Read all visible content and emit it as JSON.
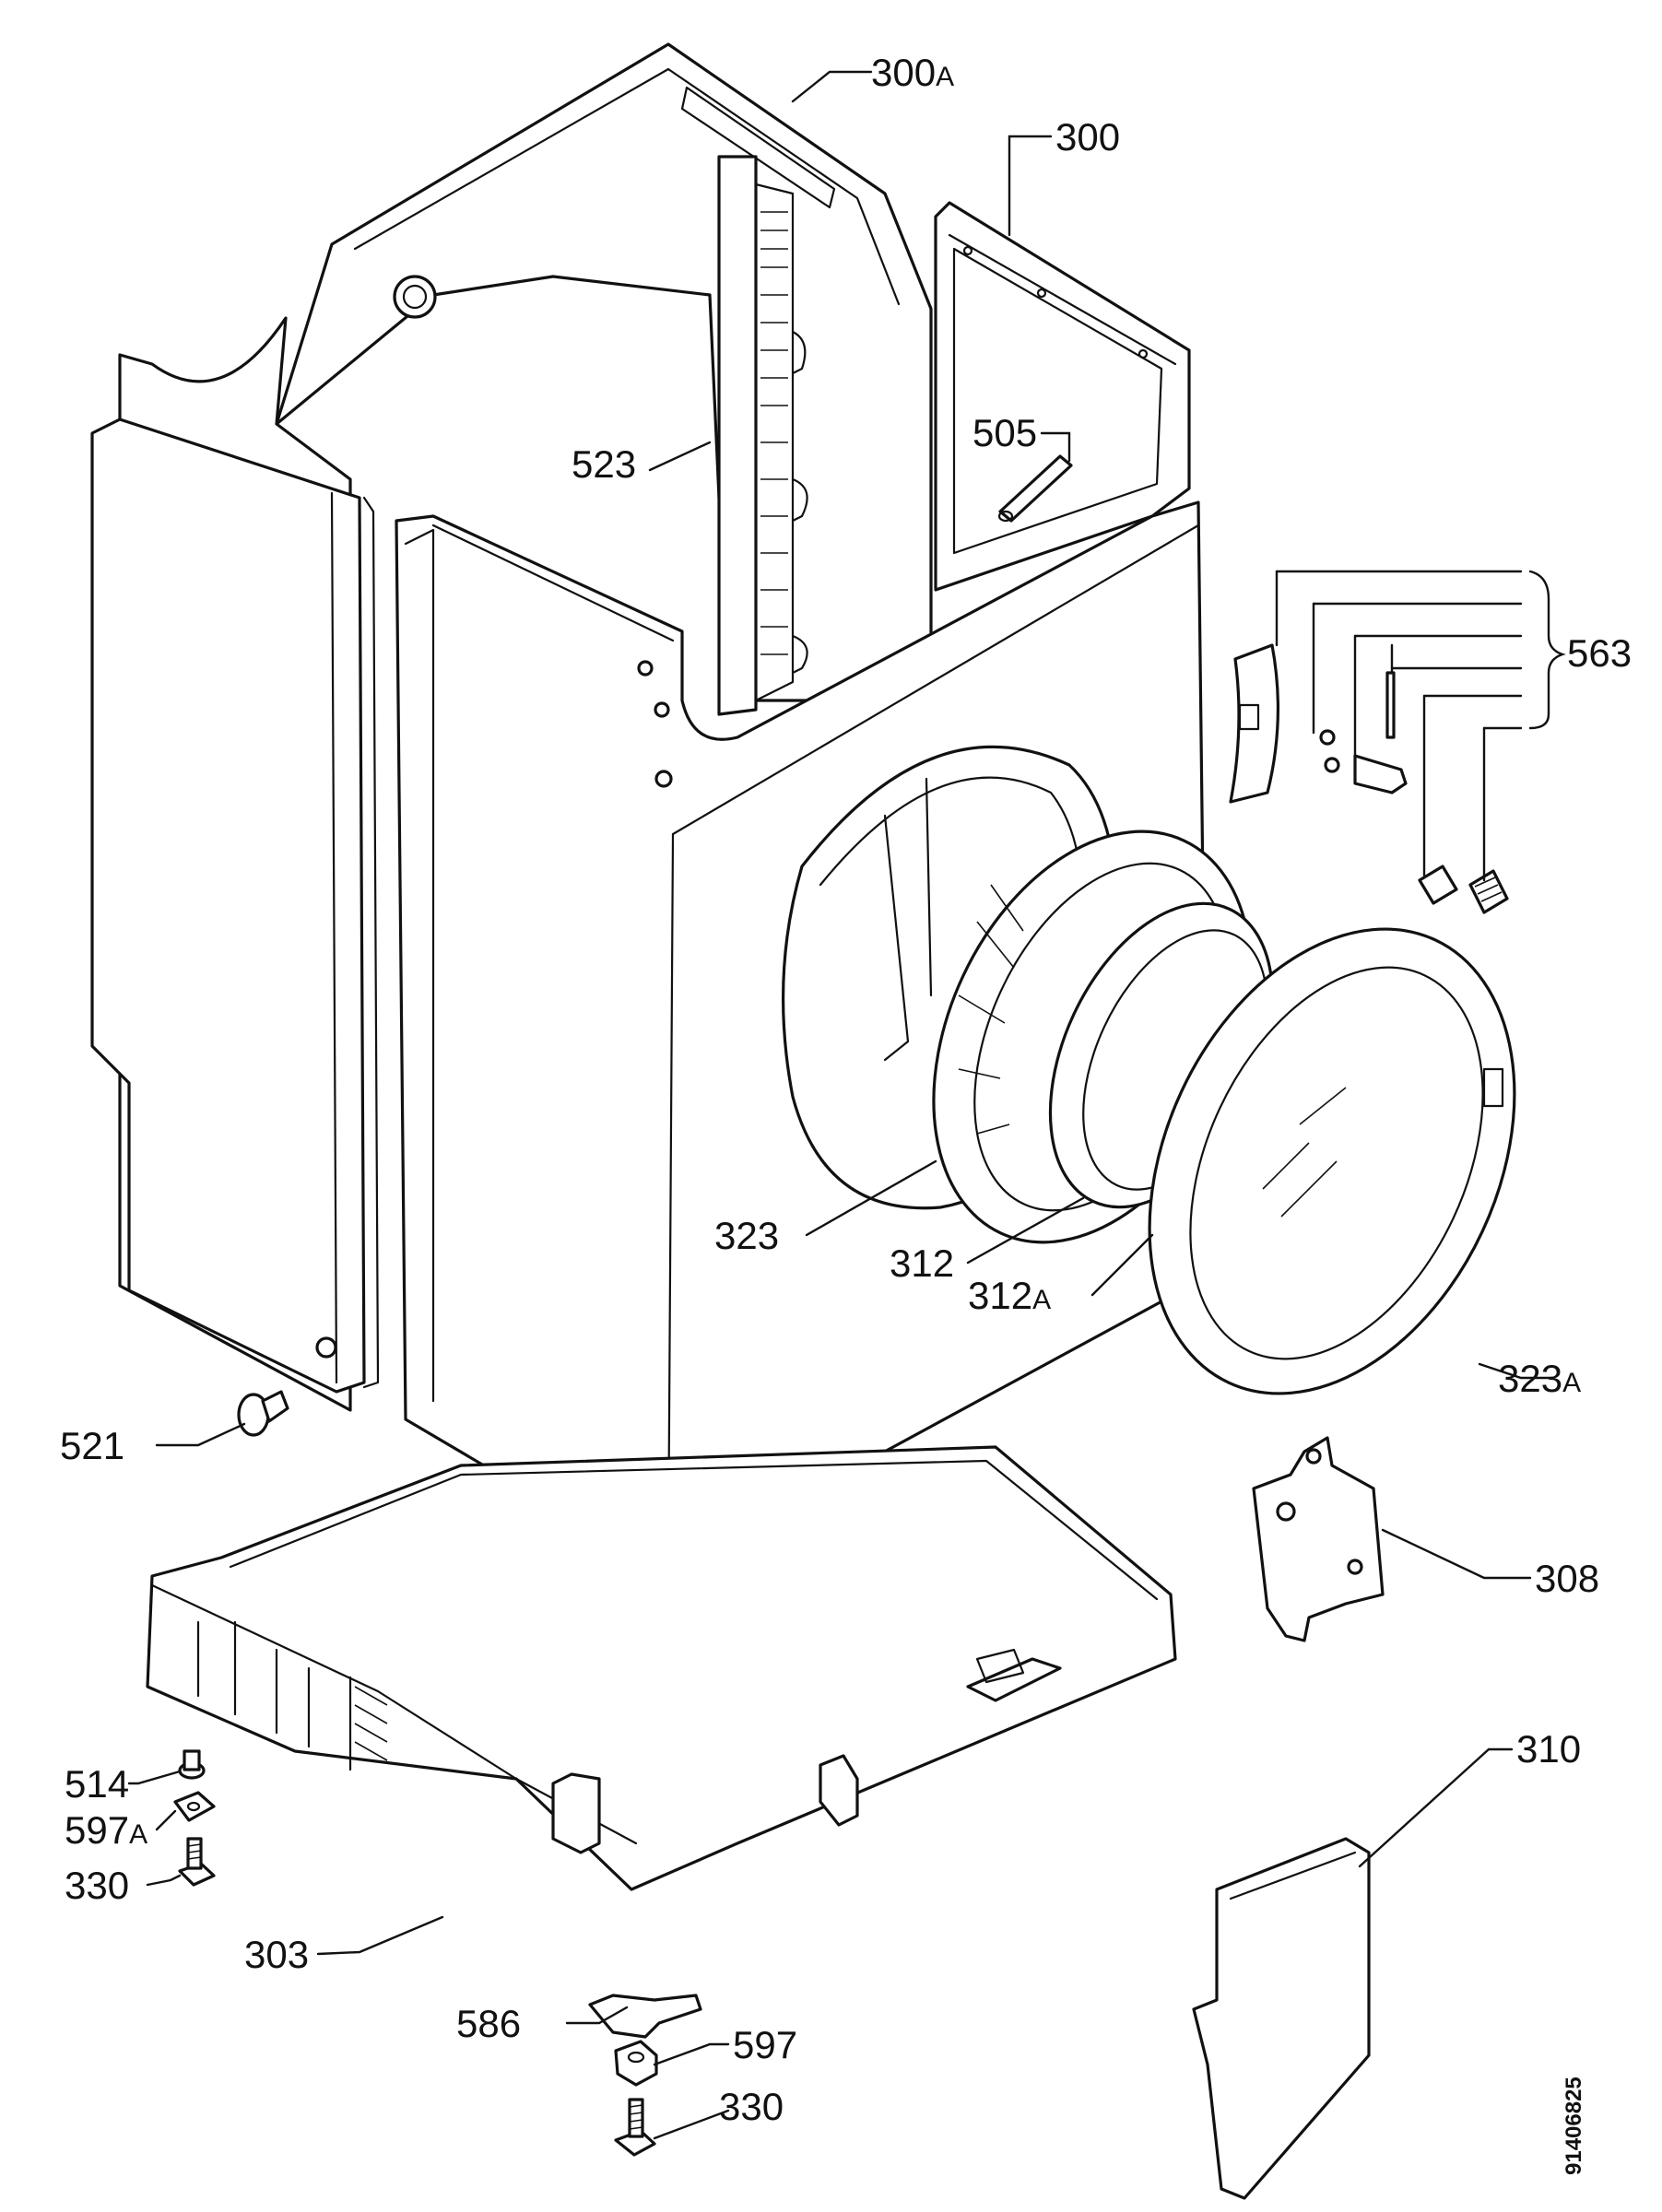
{
  "diagram": {
    "document_number": "91406825",
    "callouts": [
      {
        "id": "c300a",
        "number": "300",
        "suffix": "A"
      },
      {
        "id": "c300",
        "number": "300",
        "suffix": ""
      },
      {
        "id": "c523",
        "number": "523",
        "suffix": ""
      },
      {
        "id": "c505",
        "number": "505",
        "suffix": ""
      },
      {
        "id": "c563",
        "number": "563",
        "suffix": ""
      },
      {
        "id": "c323",
        "number": "323",
        "suffix": ""
      },
      {
        "id": "c312",
        "number": "312",
        "suffix": ""
      },
      {
        "id": "c312a",
        "number": "312",
        "suffix": "A"
      },
      {
        "id": "c323a",
        "number": "323",
        "suffix": "A"
      },
      {
        "id": "c521",
        "number": "521",
        "suffix": ""
      },
      {
        "id": "c308",
        "number": "308",
        "suffix": ""
      },
      {
        "id": "c514",
        "number": "514",
        "suffix": ""
      },
      {
        "id": "c597a",
        "number": "597",
        "suffix": "A"
      },
      {
        "id": "c330a",
        "number": "330",
        "suffix": ""
      },
      {
        "id": "c303",
        "number": "303",
        "suffix": ""
      },
      {
        "id": "c310",
        "number": "310",
        "suffix": ""
      },
      {
        "id": "c586",
        "number": "586",
        "suffix": ""
      },
      {
        "id": "c597",
        "number": "597",
        "suffix": ""
      },
      {
        "id": "c330b",
        "number": "330",
        "suffix": ""
      }
    ]
  }
}
